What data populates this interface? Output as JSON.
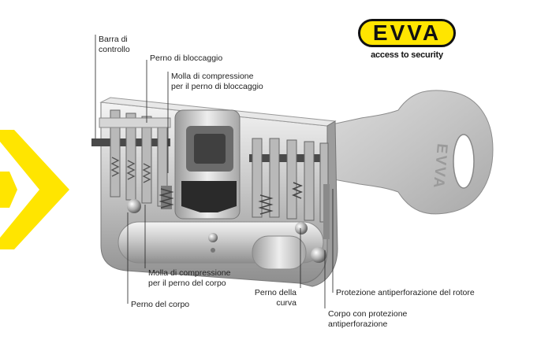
{
  "brand": {
    "name": "EVVA",
    "tagline": "access to security",
    "key_text": "EVVA",
    "accent_color": "#ffe500"
  },
  "labels": {
    "barra": {
      "line1": "Barra di",
      "line2": "controllo"
    },
    "perno_bloccaggio": "Perno di bloccaggio",
    "molla_bloccaggio": {
      "line1": "Molla di compressione",
      "line2": "per il perno di bloccaggio"
    },
    "molla_corpo": {
      "line1": "Molla di compressione",
      "line2": "per il perno del corpo"
    },
    "perno_corpo": "Perno del corpo",
    "perno_curva": {
      "line1": "Perno della",
      "line2": "curva"
    },
    "protezione_rotore": "Protezione antiperforazione del rotore",
    "corpo_protezione": {
      "line1": "Corpo con protezione",
      "line2": "antiperforazione"
    }
  }
}
